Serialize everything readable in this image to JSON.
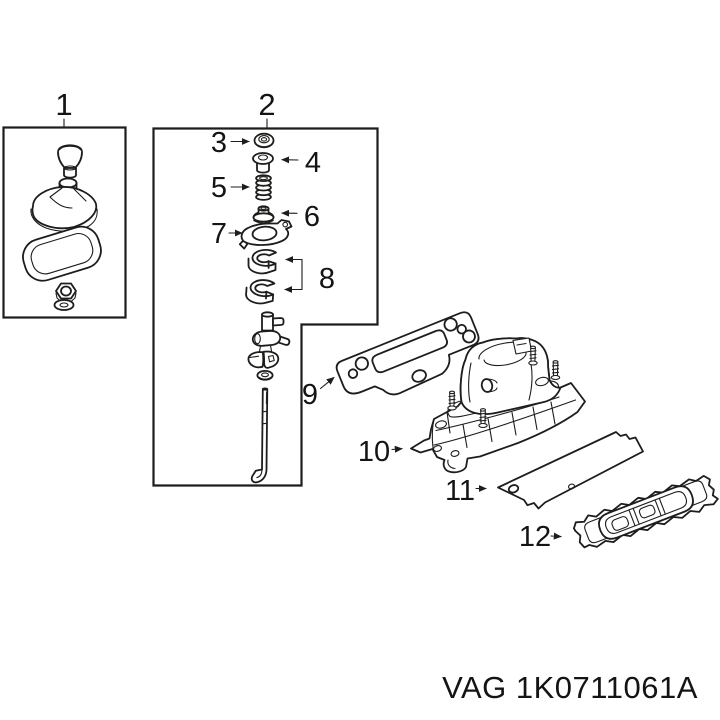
{
  "diagram": {
    "background": "#ffffff",
    "line_color": "#1d1d1b",
    "text_color": "#141414",
    "caption": "VAG 1K0711061A",
    "callouts": [
      {
        "label": "1"
      },
      {
        "label": "2"
      },
      {
        "label": "3"
      },
      {
        "label": "4"
      },
      {
        "label": "5"
      },
      {
        "label": "6"
      },
      {
        "label": "7"
      },
      {
        "label": "8"
      },
      {
        "label": "9"
      },
      {
        "label": "10"
      },
      {
        "label": "11"
      },
      {
        "label": "12"
      }
    ]
  }
}
